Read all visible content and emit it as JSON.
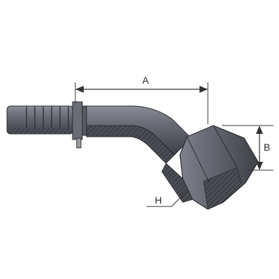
{
  "diagram": {
    "colors": {
      "background": "#ffffff",
      "body": "#5d6068",
      "body_light": "#7d8089",
      "body_dark": "#3a3c42",
      "outline": "#2b2c30",
      "dimension_line": "#333333"
    },
    "labels": {
      "dim_a": "A",
      "dim_b": "B",
      "dim_h": "H"
    }
  }
}
